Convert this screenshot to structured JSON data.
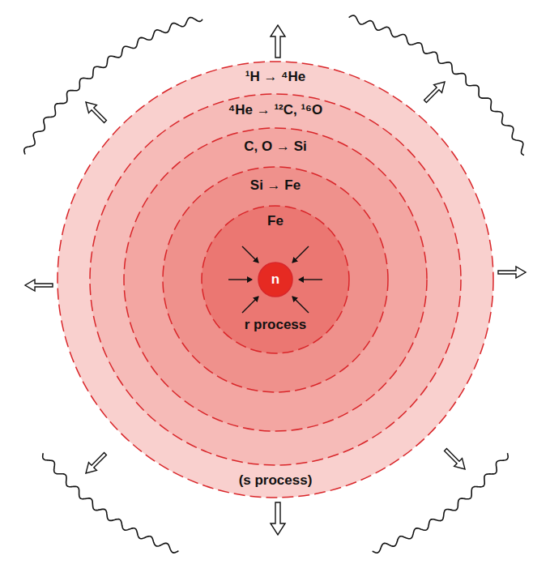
{
  "diagram": {
    "nodes": [
      {
        "text": [
          "¹H → ⁴He",
          "(s process)"
        ]
      },
      {
        "text": [
          "⁴He → ¹²C, ¹⁶O"
        ],
        "in": 0
      },
      {
        "text": [
          "C, O → Si"
        ],
        "in": 1
      },
      {
        "text": [
          "Si → Fe"
        ],
        "in": 2
      },
      {
        "text": [
          "Fe",
          "r process"
        ],
        "in": 3
      },
      {
        "text": [
          "n"
        ],
        "in": 4
      }
    ]
  }
}
